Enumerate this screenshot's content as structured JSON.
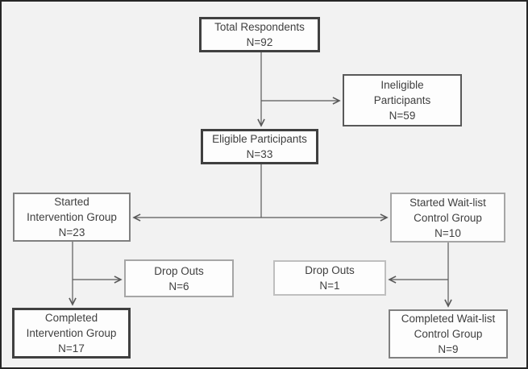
{
  "diagram": {
    "type": "flowchart",
    "description": "Participant flow diagram",
    "boxes": [
      {
        "id": "total-respondents",
        "lines": [
          "Total Respondents",
          "N=92"
        ],
        "border_color": "#404040"
      },
      {
        "id": "ineligible-participants",
        "lines": [
          "Ineligible",
          "Participants",
          "N=59"
        ],
        "border_color": "#595959"
      },
      {
        "id": "eligible-participants",
        "lines": [
          "Eligible Participants",
          "N=33"
        ],
        "border_color": "#404040"
      },
      {
        "id": "started-intervention-group",
        "lines": [
          "Started",
          "Intervention Group",
          "N=23"
        ],
        "border_color": "#808080"
      },
      {
        "id": "started-waitlist-control",
        "lines": [
          "Started Wait-list",
          "Control Group",
          "N=10"
        ],
        "border_color": "#a6a6a6"
      },
      {
        "id": "drop-outs-intervention",
        "lines": [
          "Drop Outs",
          "N=6"
        ],
        "border_color": "#a6a6a6"
      },
      {
        "id": "drop-outs-control",
        "lines": [
          "Drop Outs",
          "N=1"
        ],
        "border_color": "#bfbfbf"
      },
      {
        "id": "completed-intervention-group",
        "lines": [
          "Completed",
          "Intervention Group",
          "N=17"
        ],
        "border_color": "#404040"
      },
      {
        "id": "completed-waitlist-control",
        "lines": [
          "Completed Wait-list",
          "Control Group",
          "N=9"
        ],
        "border_color": "#808080"
      }
    ],
    "connections": [
      {
        "from": "total-respondents",
        "to": "eligible-participants"
      },
      {
        "from": "total-respondents",
        "to": "ineligible-participants"
      },
      {
        "from": "eligible-participants",
        "to": "started-intervention-group"
      },
      {
        "from": "eligible-participants",
        "to": "started-waitlist-control"
      },
      {
        "from": "started-intervention-group",
        "to": "drop-outs-intervention"
      },
      {
        "from": "started-intervention-group",
        "to": "completed-intervention-group"
      },
      {
        "from": "started-waitlist-control",
        "to": "drop-outs-control"
      },
      {
        "from": "started-waitlist-control",
        "to": "completed-waitlist-control"
      }
    ]
  },
  "colors": {
    "background": "#f2f2f2",
    "box_fill": "#fdfdfd",
    "line": "#595959",
    "text": "#3f3f3f",
    "frame": "#262626"
  }
}
